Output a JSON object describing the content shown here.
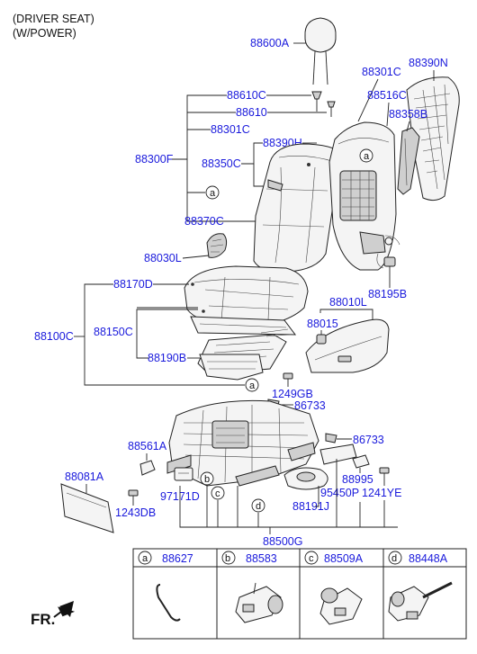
{
  "header": {
    "line1": "(DRIVER SEAT)",
    "line2": "(W/POWER)"
  },
  "orientation_label": "FR.",
  "part_labels": {
    "p88600A": "88600A",
    "p88301C_right": "88301C",
    "p88390N": "88390N",
    "p88516C": "88516C",
    "p88358B": "88358B",
    "p88610C": "88610C",
    "p88610": "88610",
    "p88301C_left": "88301C",
    "p88300F": "88300F",
    "p88390H": "88390H",
    "p88350C": "88350C",
    "p88370C": "88370C",
    "p88030L": "88030L",
    "p88195B": "88195B",
    "p88170D": "88170D",
    "p88010L": "88010L",
    "p88015": "88015",
    "p88100C": "88100C",
    "p88150C": "88150C",
    "p88190B": "88190B",
    "p1249GB": "1249GB",
    "p86733_upper": "86733",
    "p86733_lower": "86733",
    "p88561A": "88561A",
    "p88995": "88995",
    "p88081A": "88081A",
    "p97171D": "97171D",
    "p95450P": "95450P",
    "p88191J": "88191J",
    "p1241YE": "1241YE",
    "p1243DB": "1243DB",
    "p88500G": "88500G"
  },
  "callout_letters": {
    "a1": "a",
    "a2": "a",
    "a3": "a",
    "b": "b",
    "c": "c",
    "d": "d"
  },
  "legend": [
    {
      "letter": "a",
      "part": "88627"
    },
    {
      "letter": "b",
      "part": "88583"
    },
    {
      "letter": "c",
      "part": "88509A"
    },
    {
      "letter": "d",
      "part": "88448A"
    }
  ],
  "colors": {
    "label": "#1a1adc",
    "line": "#222222"
  }
}
